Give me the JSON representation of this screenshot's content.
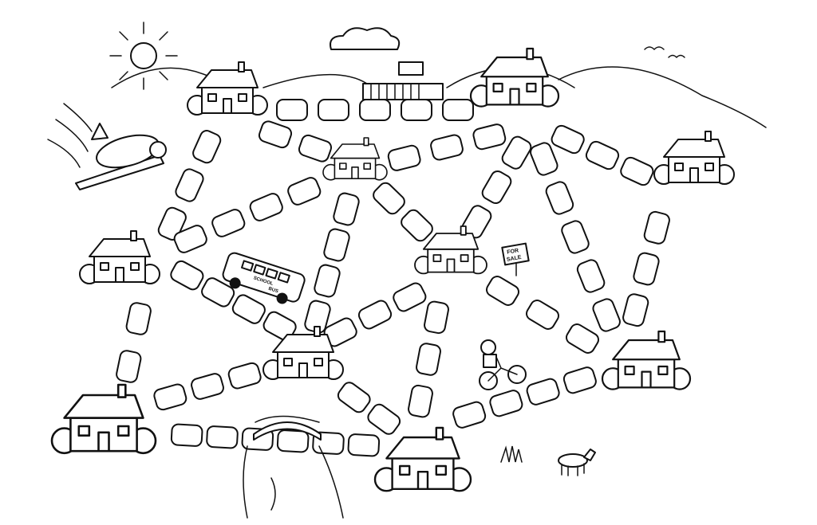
{
  "board": {
    "sign_text_line1": "FOR",
    "sign_text_line2": "SALE",
    "bus_text_line1": "SCHOOL",
    "bus_text_line2": "BUS"
  },
  "colors": {
    "ink": "#111111",
    "paper": "#ffffff"
  }
}
